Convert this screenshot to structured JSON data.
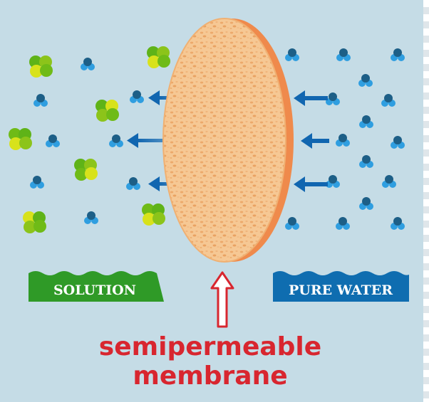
{
  "labels": {
    "solution": "SOLUTION",
    "pure_water": "PURE WATER",
    "membrane_line1": "semipermeable",
    "membrane_line2": "membrane"
  },
  "colors": {
    "background": "#c5dce6",
    "solution_label": "#2f9a27",
    "pure_water_label": "#0f6db0",
    "arrow_blue": "#1166b0",
    "membrane_face": "#f6c894",
    "membrane_edge": "#ef8a4c",
    "water_oxygen": "#1d5f87",
    "water_hydrogen": "#2f9ee0",
    "solute_green": "#5fb318",
    "solute_yellow": "#d8e21b",
    "caption_red": "#d8262f"
  },
  "icons": {
    "water_molecule": "water-molecule-icon",
    "solute_particle": "solute-particle-icon",
    "up_arrow": "up-arrow-icon"
  }
}
